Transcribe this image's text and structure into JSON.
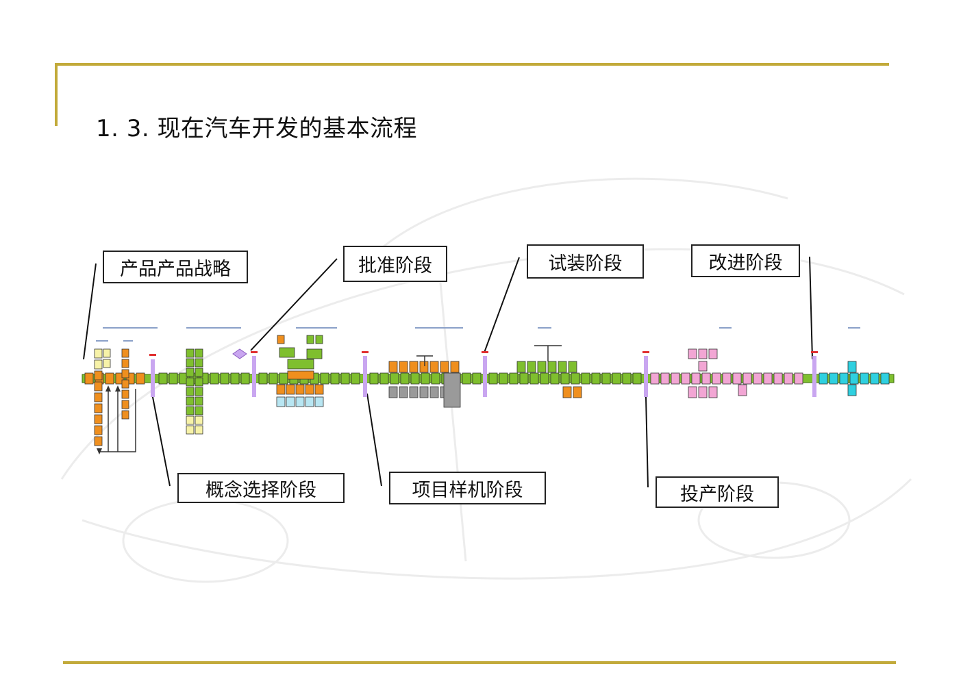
{
  "title": "1. 3. 现在汽车开发的基本流程",
  "stages": [
    {
      "id": "product-strategy",
      "label": "产品产品战略"
    },
    {
      "id": "concept-selection",
      "label": "概念选择阶段"
    },
    {
      "id": "approval",
      "label": "批准阶段"
    },
    {
      "id": "project-prototype",
      "label": "项目样机阶段"
    },
    {
      "id": "trial-assembly",
      "label": "试装阶段"
    },
    {
      "id": "production",
      "label": "投产阶段"
    },
    {
      "id": "improvement",
      "label": "改进阶段"
    }
  ],
  "colors": {
    "rule": "#c2aa3a",
    "timeline": "#7fbf2e",
    "orange": "#ef8f1e",
    "green": "#7fbf2e",
    "yellow": "#f7f2a8",
    "gray": "#9a9a9a",
    "light_blue": "#b8e6f2",
    "pink": "#f2a6d4",
    "cyan": "#2fd0e0",
    "gate": "#c9a6f0"
  }
}
